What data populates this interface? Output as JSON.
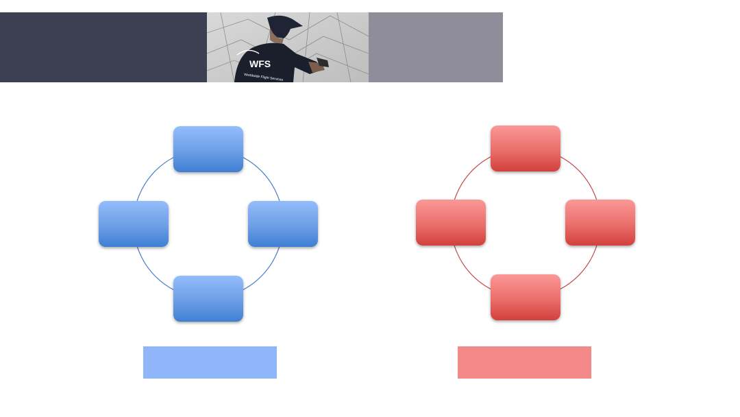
{
  "header": {
    "logo_text": "WFS",
    "logo_tagline": "Worldwide Flight Services"
  },
  "colors": {
    "banner_dark": "#3b4152",
    "banner_grey": "#8e8d99",
    "blue": "#8fb6f8",
    "red": "#f38a89"
  },
  "diagrams": [
    {
      "color": "blue",
      "nodes": [
        "",
        "",
        "",
        ""
      ],
      "caption": ""
    },
    {
      "color": "red",
      "nodes": [
        "",
        "",
        "",
        ""
      ],
      "caption": ""
    }
  ]
}
